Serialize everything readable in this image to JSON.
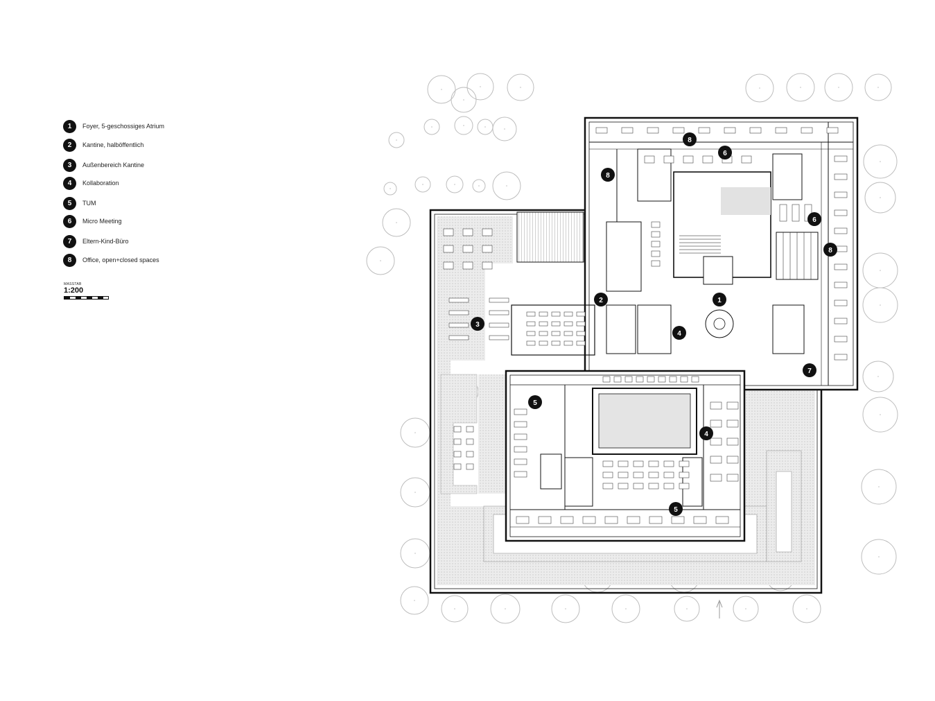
{
  "legend": {
    "items": [
      {
        "num": "1",
        "label": "Foyer, 5-geschossiges Atrium"
      },
      {
        "num": "2",
        "label": "Kantine, halböffentlich"
      },
      {
        "num": "3",
        "label": "Außenbereich Kantine"
      },
      {
        "num": "4",
        "label": "Kollaboration"
      },
      {
        "num": "5",
        "label": "TUM"
      },
      {
        "num": "6",
        "label": "Micro Meeting"
      },
      {
        "num": "7",
        "label": "Eltern-Kind-Büro"
      },
      {
        "num": "8",
        "label": "Office, open+closed spaces"
      }
    ]
  },
  "scale": {
    "caption": "MASSTAB",
    "value": "1:200"
  },
  "plan": {
    "markers": [
      {
        "num": "1"
      },
      {
        "num": "2"
      },
      {
        "num": "3"
      },
      {
        "num": "4"
      },
      {
        "num": "4"
      },
      {
        "num": "5"
      },
      {
        "num": "5"
      },
      {
        "num": "6"
      },
      {
        "num": "6"
      },
      {
        "num": "7"
      },
      {
        "num": "8"
      },
      {
        "num": "8"
      },
      {
        "num": "8"
      }
    ],
    "colors": {
      "line": "#111111",
      "tree": "#bdbdbd",
      "hatch": "#e6e6e6"
    }
  }
}
